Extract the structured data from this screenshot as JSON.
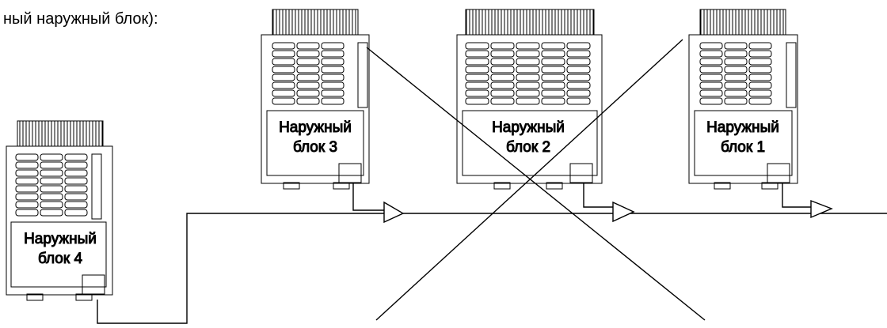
{
  "caption": "ный наружный блок):",
  "units": [
    {
      "id": "unit-1",
      "line1": "Наружный",
      "line2": "блок 1"
    },
    {
      "id": "unit-2",
      "line1": "Наружный",
      "line2": "блок 2"
    },
    {
      "id": "unit-3",
      "line1": "Наружный",
      "line2": "блок 3"
    },
    {
      "id": "unit-4",
      "line1": "Наружный",
      "line2": "блок 4"
    }
  ],
  "meaning": "crossed-out (incorrect) piping arrangement",
  "colors": {
    "line": "#000000",
    "background": "#ffffff"
  }
}
